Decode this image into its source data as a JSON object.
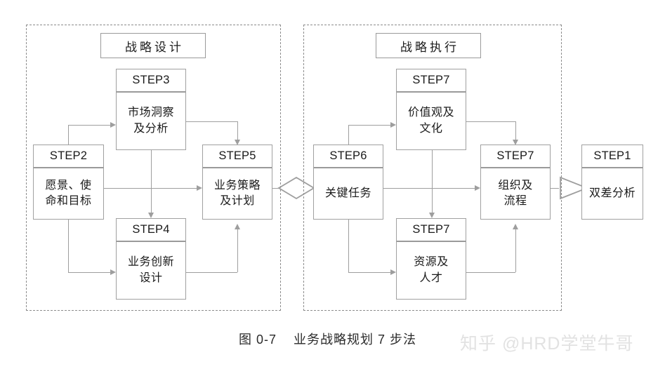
{
  "diagram": {
    "caption": "图 0-7    业务战略规划 7 步法",
    "watermark": "知乎 @HRD学堂牛哥",
    "colors": {
      "panel_border": "#8c8c8c",
      "box_border": "#a0a0a0",
      "connector": "#9e9e9e",
      "text": "#1a1a1a",
      "background": "#ffffff",
      "watermark": "#e2e2e2"
    },
    "panels": [
      {
        "id": "design",
        "title": "战略设计"
      },
      {
        "id": "execution",
        "title": "战略执行"
      }
    ],
    "nodes": [
      {
        "id": "step3",
        "step": "STEP3",
        "label": "市场洞察\n及分析",
        "panel": "design"
      },
      {
        "id": "step2",
        "step": "STEP2",
        "label": "愿景、使\n命和目标",
        "panel": "design"
      },
      {
        "id": "step5",
        "step": "STEP5",
        "label": "业务策略\n及计划",
        "panel": "design"
      },
      {
        "id": "step4",
        "step": "STEP4",
        "label": "业务创新\n设计",
        "panel": "design"
      },
      {
        "id": "step7_values",
        "step": "STEP7",
        "label": "价值观及\n文化",
        "panel": "execution"
      },
      {
        "id": "step6",
        "step": "STEP6",
        "label": "关键任务",
        "panel": "execution"
      },
      {
        "id": "step7_org",
        "step": "STEP7",
        "label": "组织及\n流程",
        "panel": "execution"
      },
      {
        "id": "step7_people",
        "step": "STEP7",
        "label": "资源及\n人才",
        "panel": "execution"
      },
      {
        "id": "step1",
        "step": "STEP1",
        "label": "双差分析",
        "panel": "none"
      }
    ],
    "connectors": [
      {
        "from": "step2",
        "to": "step3",
        "style": "elbow-up-right"
      },
      {
        "from": "step2",
        "to": "step5",
        "style": "straight-right"
      },
      {
        "from": "step2",
        "to": "step4",
        "style": "elbow-down-right"
      },
      {
        "from": "step3",
        "to": "step5",
        "style": "elbow-right-down"
      },
      {
        "from": "step3",
        "to": "step4",
        "style": "straight-down"
      },
      {
        "from": "step4",
        "to": "step5",
        "style": "elbow-right-up"
      },
      {
        "from": "step6",
        "to": "step7_values",
        "style": "elbow-up-right"
      },
      {
        "from": "step6",
        "to": "step7_org",
        "style": "straight-right"
      },
      {
        "from": "step6",
        "to": "step7_people",
        "style": "elbow-down-right"
      },
      {
        "from": "step7_values",
        "to": "step7_org",
        "style": "elbow-right-down"
      },
      {
        "from": "step7_values",
        "to": "step7_people",
        "style": "straight-down"
      },
      {
        "from": "step7_people",
        "to": "step7_org",
        "style": "elbow-right-up"
      },
      {
        "from": "step5",
        "to": "step6",
        "style": "diamond-link"
      },
      {
        "from": "step7_org",
        "to": "step1",
        "style": "triangle-link"
      }
    ]
  }
}
